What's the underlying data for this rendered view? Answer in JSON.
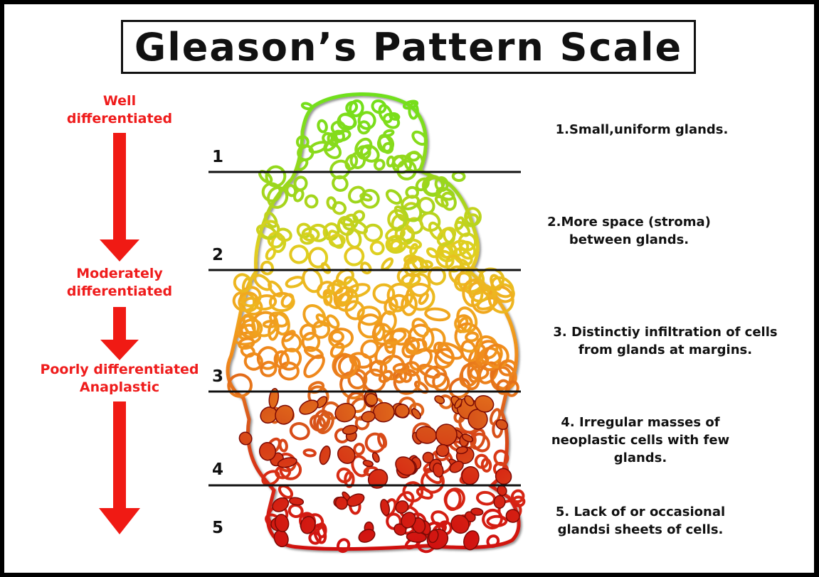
{
  "title": "Gleason’s Pattern Scale",
  "colors": {
    "label_red": "#ef1c1c",
    "arrow_red": "#f01a14",
    "grade_1": "#7ddc1a",
    "grade_2": "#b7d21e",
    "grade_3": "#f0a01e",
    "grade_4": "#d84818",
    "grade_5": "#d81612",
    "line": "#111111"
  },
  "differentiation": {
    "well": [
      "Well",
      "differentiated"
    ],
    "moderately": [
      "Moderately",
      "differentiated"
    ],
    "poorly": [
      "Poorly differentiated",
      "Anaplastic"
    ]
  },
  "grades": [
    {
      "number": "1",
      "description": [
        "1.Small,uniform glands."
      ]
    },
    {
      "number": "2",
      "description": [
        "2.More space (stroma)",
        "between glands."
      ]
    },
    {
      "number": "3",
      "description": [
        "3. Distinctiy infiltration of cells",
        "from glands at margins."
      ]
    },
    {
      "number": "4",
      "description": [
        "4. Irregular masses of",
        "neoplastic cells with few",
        "glands."
      ]
    },
    {
      "number": "5",
      "description": [
        "5. Lack of or occasional",
        "glandsi sheets of cells."
      ]
    }
  ]
}
